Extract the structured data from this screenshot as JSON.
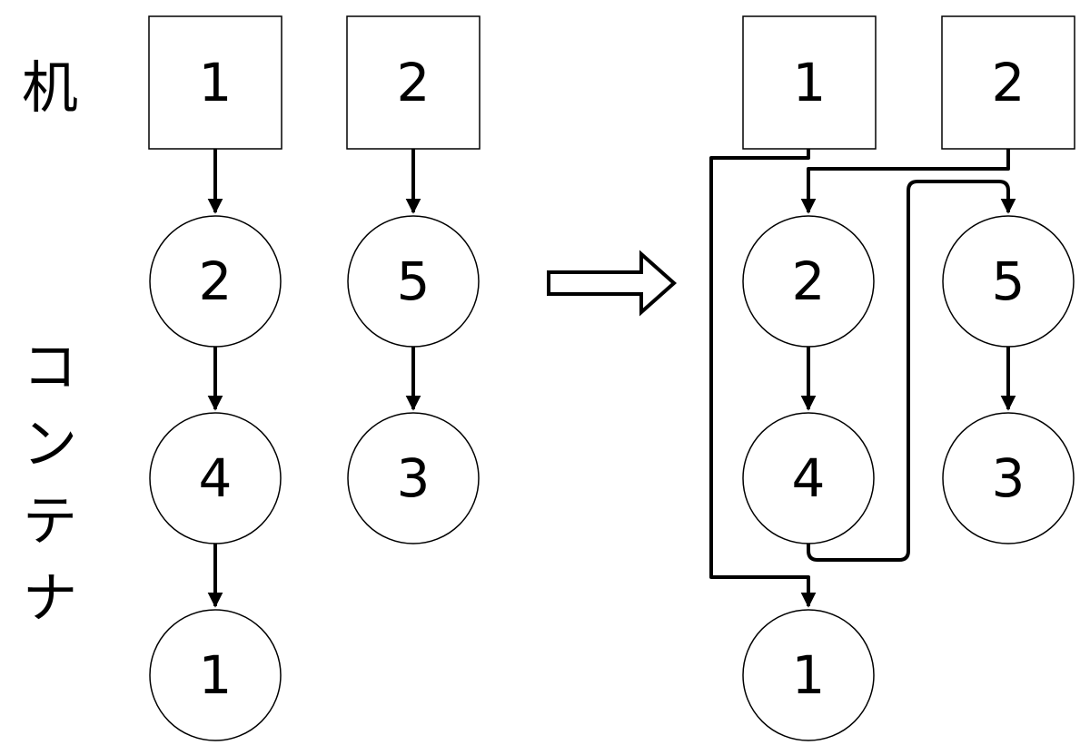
{
  "labels": {
    "desk": "机",
    "container": [
      "コ",
      "ン",
      "テ",
      "ナ"
    ]
  },
  "before": {
    "desks": [
      "1",
      "2"
    ],
    "column1": [
      "2",
      "4",
      "1"
    ],
    "column2": [
      "5",
      "3"
    ]
  },
  "after": {
    "desks": [
      "1",
      "2"
    ],
    "column1": [
      "2",
      "4",
      "1"
    ],
    "column2": [
      "5",
      "3"
    ]
  },
  "colors": {
    "stroke": "#000000",
    "fill": "#ffffff"
  }
}
